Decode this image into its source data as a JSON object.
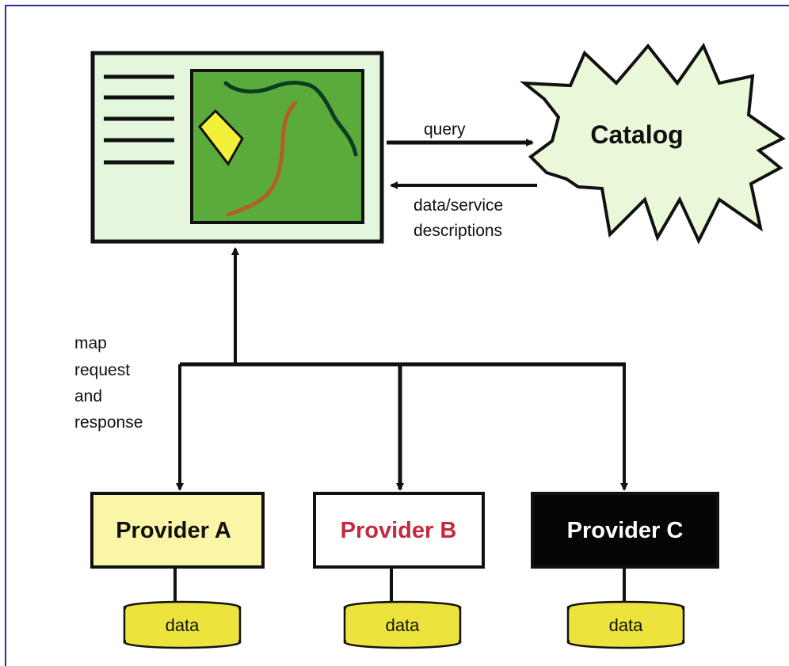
{
  "colors": {
    "frame_border": "#2b2ba8",
    "app_fill": "#e4f6dc",
    "map_fill": "#5aab3c",
    "catalog_fill": "#e8f8d8",
    "provider_a_fill": "#fbf5a8",
    "provider_b_fill": "#ffffff",
    "provider_b_text": "#c4293f",
    "provider_c_fill": "#050505",
    "provider_c_text": "#ffffff",
    "database_fill": "#ece43c"
  },
  "diagram": {
    "query_label": "query",
    "descriptions_line1": "data/service",
    "descriptions_line2": "descriptions",
    "map_request_lines": [
      "map",
      "request",
      "and",
      "response"
    ],
    "catalog_label": "Catalog",
    "providers": [
      {
        "label": "Provider A",
        "data_label": "data"
      },
      {
        "label": "Provider B",
        "data_label": "data"
      },
      {
        "label": "Provider C",
        "data_label": "data"
      }
    ]
  }
}
